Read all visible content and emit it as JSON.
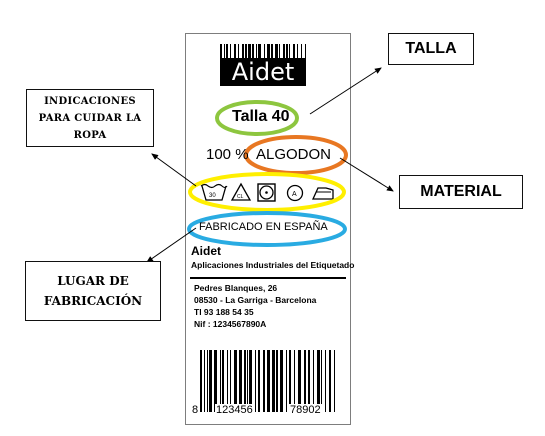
{
  "callouts": {
    "talla": "TALLA",
    "material": "MATERIAL",
    "indicaciones": "INDICACIONES PARA CUIDAR LA ROPA",
    "lugar": "LUGAR DE FABRICACIÓN"
  },
  "tag": {
    "brand": "Aidet",
    "size": "Talla 40",
    "material_percent": "100 %",
    "material_name": "ALGODON",
    "made_in": "FABRICADO EN ESPAÑA",
    "company_name": "Aidet",
    "company_desc": "Aplicaciones Industriales del Etiquetado",
    "address_line1": "Pedres Blanques, 26",
    "address_line2": "08530 - La Garriga - Barcelona",
    "phone": "Tl 93 188 54 35",
    "nif": "Nif : 1234567890A",
    "barcode_digit_first": "8",
    "barcode_group1": "123456",
    "barcode_group2": "78902",
    "care_symbols": [
      "wash-30-icon",
      "bleach-cl-icon",
      "tumble-dry-icon",
      "dry-clean-a-icon",
      "iron-icon"
    ],
    "care_wash_temp": "30",
    "care_bleach_text": "CL",
    "care_dryclean_letter": "A"
  },
  "colors": {
    "green": "#8dc63f",
    "orange": "#e87722",
    "yellow": "#ffef00",
    "blue": "#29abe2"
  }
}
